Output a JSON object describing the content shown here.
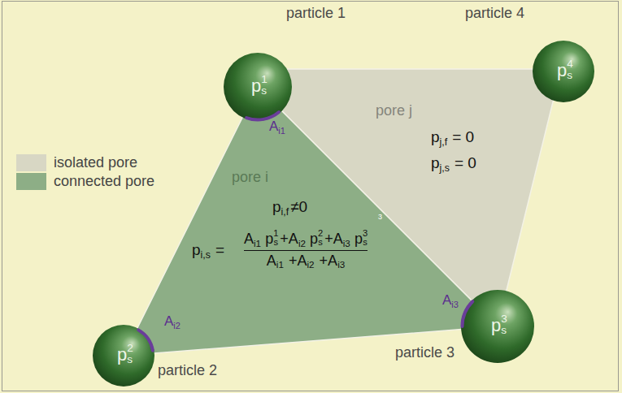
{
  "diagram": {
    "nodes": [
      {
        "text": [
          "particle 1",
          "p",
          "s",
          "1"
        ]
      },
      {
        "text": [
          "particle 4",
          "p",
          "s",
          "4"
        ]
      },
      {
        "text": [
          "pore j",
          "p",
          "j,f",
          "= 0",
          "p",
          "j,s",
          "= 0"
        ]
      },
      {
        "text": [
          "pore i",
          "p",
          "i,f",
          "≠0",
          "p",
          "i,s",
          "=",
          "A",
          "i1",
          "p",
          "s",
          "1",
          "+A",
          "i2",
          "p",
          "s",
          "2",
          "+A",
          "i3",
          "p",
          "s",
          "3",
          "A",
          "i1",
          "+A",
          "i2",
          "+A",
          "i3"
        ]
      },
      {
        "text": [
          "p",
          "s",
          "2",
          "particle 2"
        ]
      },
      {
        "text": [
          "p",
          "s",
          "3",
          "particle 3"
        ]
      }
    ],
    "labels": [
      "A",
      "i1",
      "A",
      "i2",
      "A",
      "i3",
      "3"
    ],
    "legend": [
      {
        "text": "isolated pore",
        "color": "#d8d7c4"
      },
      {
        "text": "connected pore",
        "color": "#8dae86"
      }
    ]
  }
}
